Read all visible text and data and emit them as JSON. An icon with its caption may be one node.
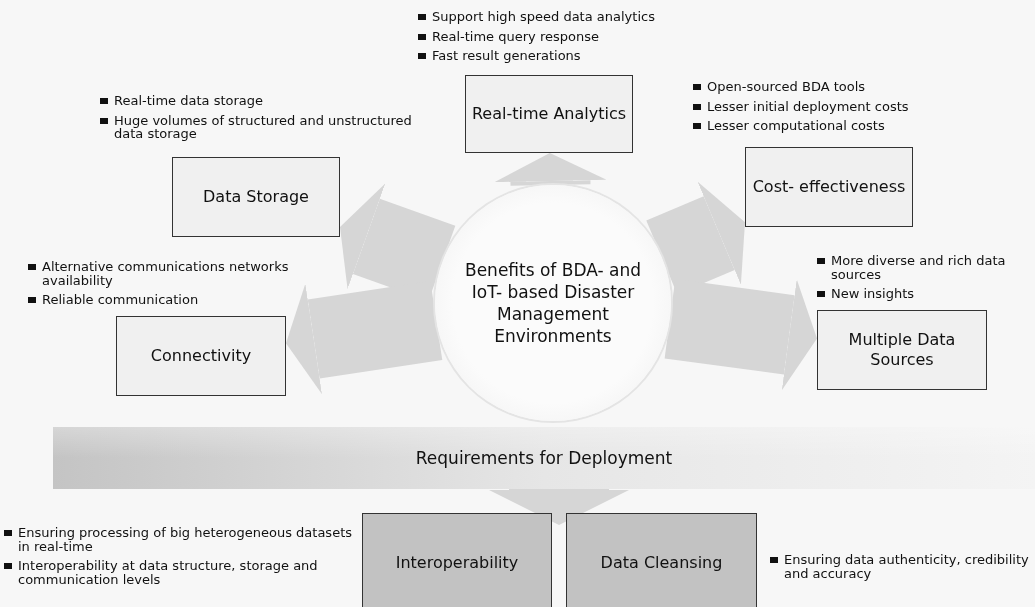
{
  "diagram": {
    "nodes": [
      {
        "text": [
          "Benefits of BDA- and IoT- based Disaster Management Environments"
        ]
      },
      {
        "text": [
          "Real-time Analytics"
        ],
        "beside": [
          "Support high speed data analytics",
          "Real-time query response",
          "Fast result generations"
        ]
      },
      {
        "text": [
          "Data Storage"
        ],
        "beside": [
          "Real-time data storage",
          "Huge volumes of structured and unstructured data storage"
        ]
      },
      {
        "text": [
          "Cost- effectiveness"
        ],
        "beside": [
          "Open-sourced BDA tools",
          "Lesser initial deployment costs",
          "Lesser computational costs"
        ]
      },
      {
        "text": [
          "Connectivity"
        ],
        "beside": [
          "Alternative communications networks availability",
          "Reliable communication"
        ]
      },
      {
        "text": [
          "Multiple Data Sources"
        ],
        "beside": [
          "More diverse and rich data sources",
          "New insights"
        ]
      },
      {
        "text": [
          "Requirements for Deployment"
        ]
      },
      {
        "text": [
          "Interoperability"
        ],
        "beside": [
          "Ensuring processing of big heterogeneous datasets in real-time",
          "Interoperability at data structure, storage and communication levels"
        ]
      },
      {
        "text": [
          "Data Cleansing"
        ],
        "beside": [
          "Ensuring data authenticity, credibility and accuracy"
        ]
      }
    ],
    "edges": [
      {
        "from": 0,
        "to": 1,
        "arrow": "to"
      },
      {
        "from": 0,
        "to": 2,
        "arrow": "to"
      },
      {
        "from": 0,
        "to": 3,
        "arrow": "to"
      },
      {
        "from": 0,
        "to": 4,
        "arrow": "to"
      },
      {
        "from": 0,
        "to": 5,
        "arrow": "to"
      },
      {
        "from": 6,
        "to": 7,
        "arrow": "to"
      },
      {
        "from": 6,
        "to": 8,
        "arrow": "to"
      }
    ]
  }
}
